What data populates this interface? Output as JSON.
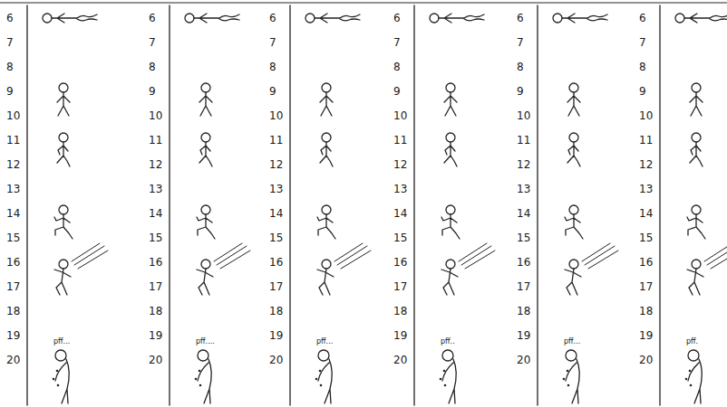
{
  "diagram": {
    "labels": [
      "6",
      "7",
      "8",
      "9",
      "10",
      "11",
      "12",
      "13",
      "14",
      "15",
      "16",
      "17",
      "18",
      "19",
      "20",
      "pff...",
      "6",
      "7",
      "8",
      "9",
      "10",
      "11",
      "12",
      "13",
      "14",
      "15",
      "16",
      "17",
      "18",
      "19",
      "20",
      "pff....",
      "6",
      "7",
      "8",
      "9",
      "10",
      "11",
      "12",
      "13",
      "14",
      "15",
      "16",
      "17",
      "18",
      "19",
      "20",
      "pff...",
      "6",
      "7",
      "8",
      "9",
      "10",
      "11",
      "12",
      "13",
      "14",
      "15",
      "16",
      "17",
      "18",
      "19",
      "20",
      "pff..",
      "6",
      "7",
      "8",
      "9",
      "10",
      "11",
      "12",
      "13",
      "14",
      "15",
      "16",
      "17",
      "18",
      "19",
      "20",
      "pff...",
      "6",
      "7",
      "8",
      "9",
      "10",
      "11",
      "12",
      "13",
      "14",
      "15",
      "16",
      "17",
      "18",
      "19",
      "20",
      "pff."
    ]
  }
}
